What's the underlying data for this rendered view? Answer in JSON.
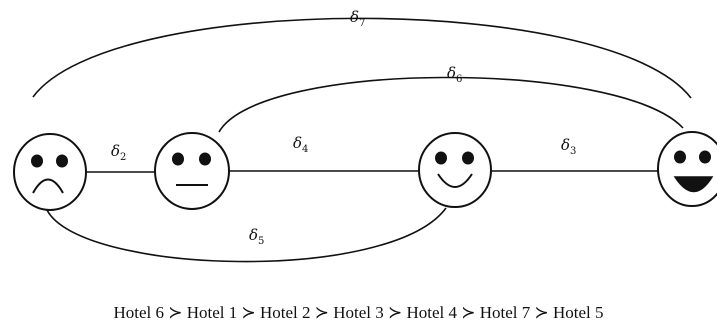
{
  "diagram": {
    "faces": [
      {
        "id": "face-1",
        "expression": "sad"
      },
      {
        "id": "face-2",
        "expression": "neutral"
      },
      {
        "id": "face-3",
        "expression": "smile"
      },
      {
        "id": "face-4",
        "expression": "big-smile"
      }
    ],
    "links": [
      {
        "from": "face-1",
        "to": "face-2",
        "symbol": "δ",
        "index": "2",
        "shape": "straight"
      },
      {
        "from": "face-2",
        "to": "face-3",
        "symbol": "δ",
        "index": "4",
        "shape": "straight"
      },
      {
        "from": "face-3",
        "to": "face-4",
        "symbol": "δ",
        "index": "3",
        "shape": "straight"
      },
      {
        "from": "face-1",
        "to": "face-3",
        "symbol": "δ",
        "index": "5",
        "shape": "arc-below"
      },
      {
        "from": "face-2",
        "to": "face-4",
        "symbol": "δ",
        "index": "6",
        "shape": "arc-above"
      },
      {
        "from": "face-1",
        "to": "face-4",
        "symbol": "δ",
        "index": "7",
        "shape": "arc-above"
      }
    ]
  },
  "ranking": {
    "text": "Hotel 6 ≻ Hotel 1 ≻ Hotel 2 ≻ Hotel 3 ≻ Hotel 4 ≻ Hotel 7 ≻ Hotel 5"
  },
  "colors": {
    "stroke": "#111111",
    "background": "#ffffff"
  }
}
